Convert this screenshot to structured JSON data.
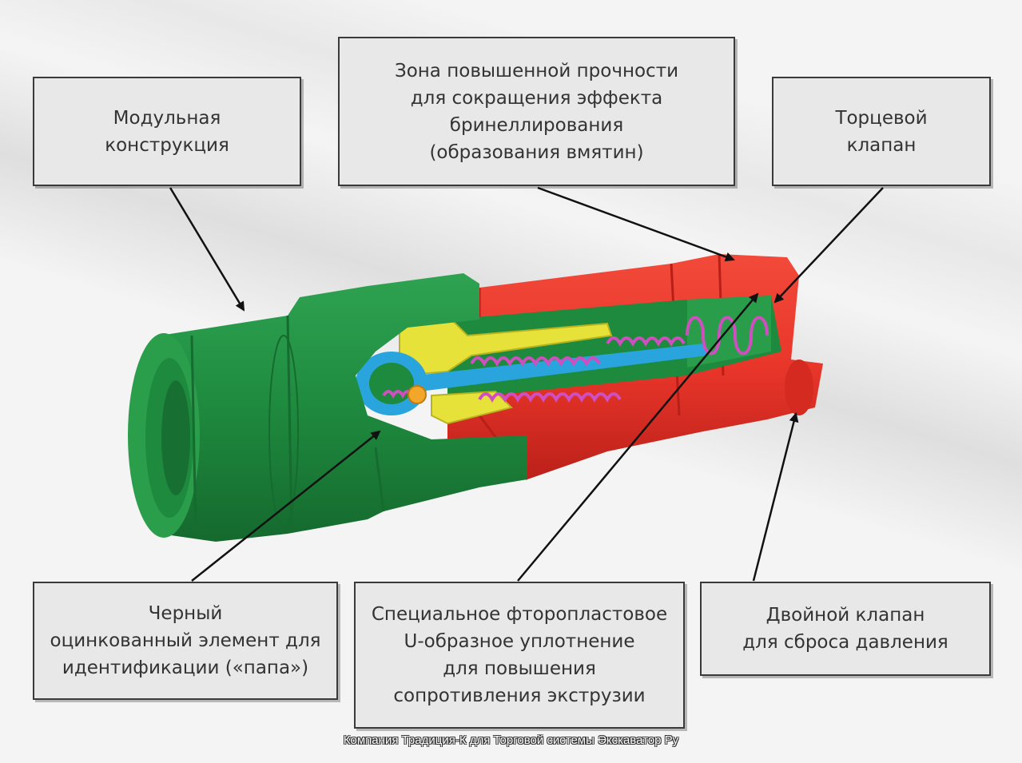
{
  "labels": {
    "modular": "Модульная\nконструкция",
    "strength_zone": "Зона повышенной прочности\nдля сокращения эффекта\nбринеллирования\n(образования вмятин)",
    "end_valve": "Торцевой\nклапан",
    "black_element": "Черный\nоцинкованный элемент для\nидентификации («папа»)",
    "u_seal": "Специальное фторопластовое\nU-образное уплотнение\nдля повышения\nсопротивления экструзии",
    "double_valve": "Двойной клапан\nдля сброса давления"
  },
  "caption": "Компания Традиция-К для Торговой системы Экскаватор Ру",
  "colors": {
    "green": "#1e8a3e",
    "green_dark": "#166b2f",
    "red": "#e8352a",
    "red_dark": "#c0221b",
    "yellow": "#e6e23a",
    "blue": "#2aa4dc",
    "magenta": "#d04fc0",
    "box_bg": "#e8e8e8"
  }
}
